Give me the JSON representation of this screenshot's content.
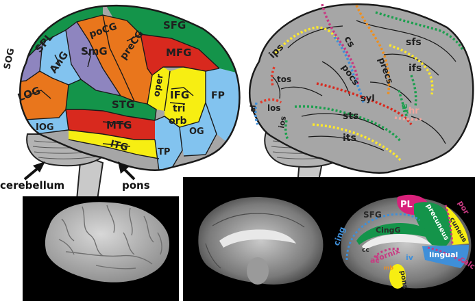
{
  "lateral_labels": {
    "spl": "SPL",
    "pocg": "poCG",
    "precg": "preCG",
    "sfg": "SFG",
    "mfg": "MFG",
    "smg": "SmG",
    "ang": "AnG",
    "sog": "SOG",
    "log": "LOG",
    "iog": "IOG",
    "oper": "oper",
    "ifg": "IFG",
    "tri": "tri",
    "orb": "orb",
    "fp": "FP",
    "og": "OG",
    "stg": "STG",
    "mtg": "MTG",
    "itg": "ITG",
    "tp": "TP",
    "cerebellum": "cerebellum",
    "pons": "pons"
  },
  "sulcal_labels": {
    "cs": "cs",
    "sfs": "sfs",
    "ips": "ips",
    "ifs": "ifs",
    "pocs": "pocs",
    "precs": "precs",
    "syl": "syl",
    "tos": "tos",
    "los": "los",
    "sl": "sl",
    "ios": "ios",
    "sts": "sts",
    "its": "its",
    "ar": "ar",
    "hr": "hr"
  },
  "medial_labels": {
    "pl": "PL",
    "sfg": "SFG",
    "precuneus": "precuneus",
    "cingulate_sulcus": "cing",
    "cingg": "CingG",
    "cc": "cc",
    "fornix": "fornix",
    "ac": "ac",
    "cuneus": "cuneus",
    "lingual": "lingual",
    "calc": "calc",
    "por": "por",
    "pons": "pons",
    "iv": "iv",
    "mb": "mb"
  },
  "colors": {
    "green": "#14944a",
    "orange": "#e9761c",
    "red": "#d8291e",
    "purple": "#8e85bf",
    "blue": "#82c3ef",
    "yellow": "#f7ee12",
    "gray": "#a6a6a6",
    "magenta": "#c83a82",
    "dotblue": "#3f8fd9",
    "dotyellow": "#ffe92a",
    "dotgreen": "#1c9f4e",
    "dotorange": "#f08f1c",
    "dotred": "#e33a2a",
    "pink": "#f2a59d"
  }
}
